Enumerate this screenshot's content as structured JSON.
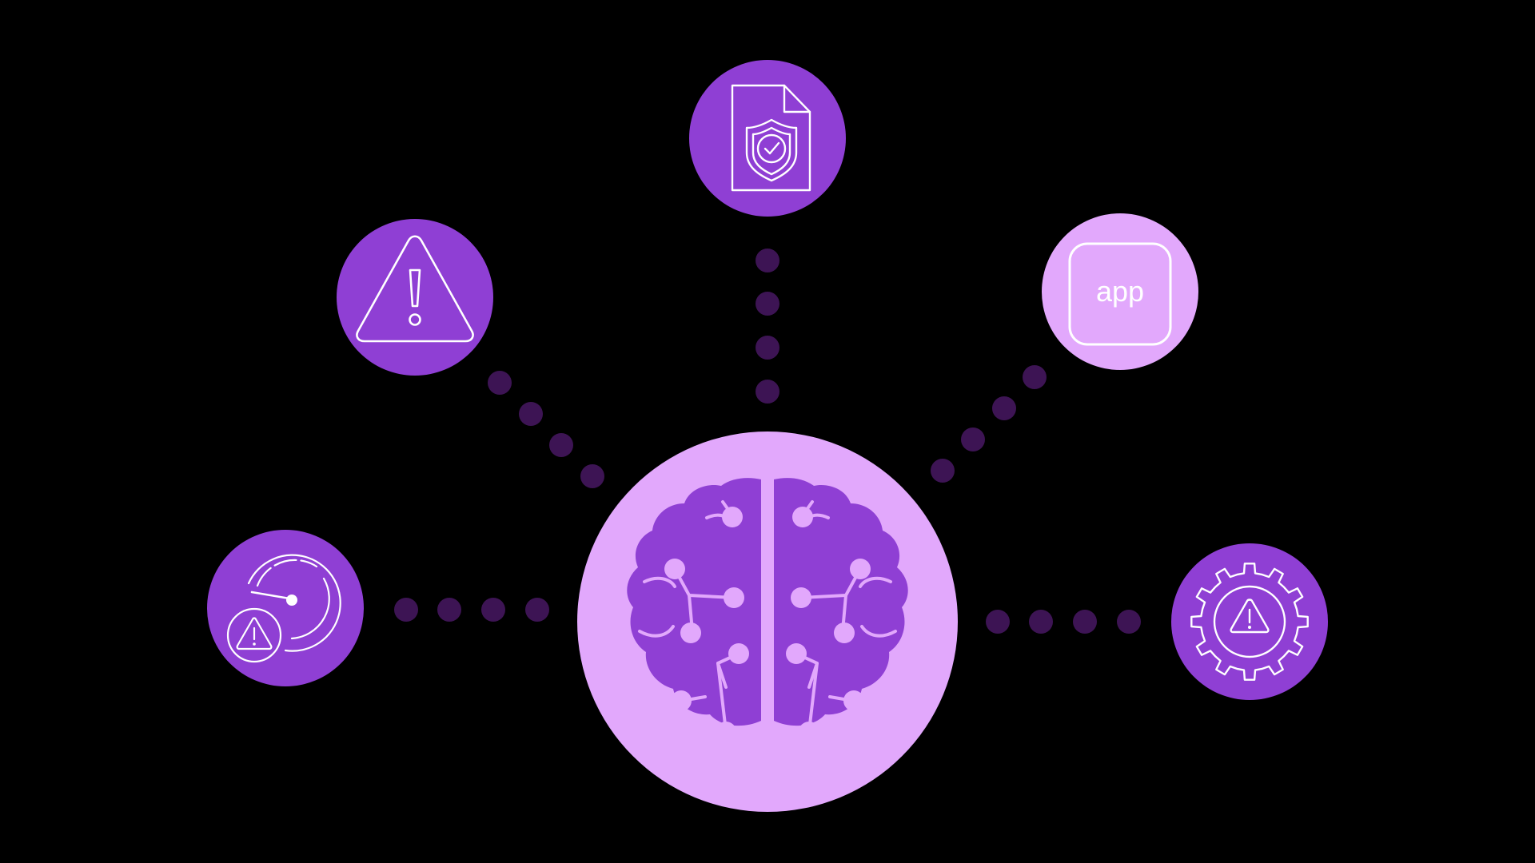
{
  "colors": {
    "background": "#000000",
    "node_dark": "#8f3fd4",
    "node_light": "#e2a8fc",
    "connector_dot": "#3d1454",
    "icon_stroke": "#ffffff",
    "brain_fill": "#8f3fd4",
    "brain_circuit": "#e2a8fc"
  },
  "center": {
    "icon": "brain-circuit-icon"
  },
  "nodes": [
    {
      "id": "top",
      "icon": "document-shield-check-icon",
      "variant": "dark",
      "label": ""
    },
    {
      "id": "upper-left",
      "icon": "warning-triangle-icon",
      "variant": "dark",
      "label": ""
    },
    {
      "id": "upper-right",
      "icon": "app-icon",
      "variant": "light",
      "label": "app"
    },
    {
      "id": "left",
      "icon": "speedometer-warning-icon",
      "variant": "dark",
      "label": ""
    },
    {
      "id": "right",
      "icon": "gear-warning-icon",
      "variant": "dark",
      "label": ""
    }
  ]
}
